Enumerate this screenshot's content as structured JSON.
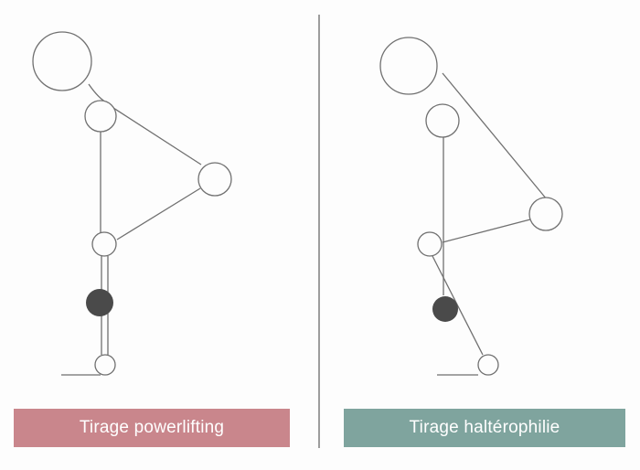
{
  "colors": {
    "background": "#fdfdfd",
    "line": "#707070",
    "divider": "#6a6a6a",
    "bar": "#4a4a4a",
    "left_label_bg": "#c9868c",
    "right_label_bg": "#7fa49e"
  },
  "panels": [
    {
      "id": "left",
      "label": "Tirage powerlifting"
    },
    {
      "id": "right",
      "label": "Tirage haltérophilie"
    }
  ]
}
